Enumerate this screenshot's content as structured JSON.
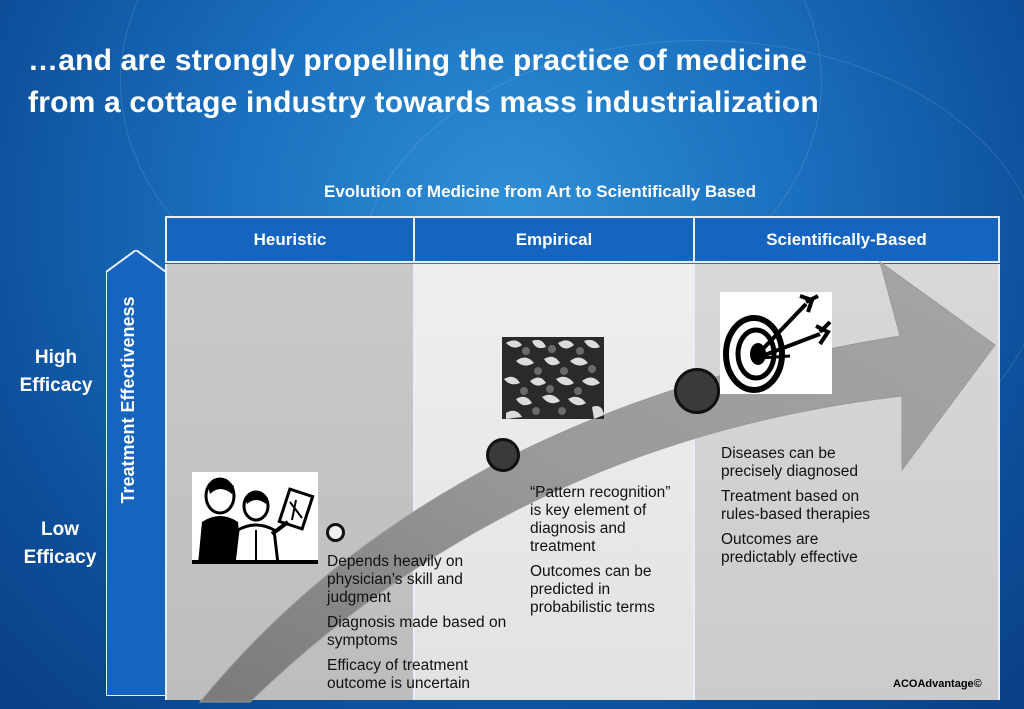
{
  "slide": {
    "title_line1": "…and are strongly propelling the practice of medicine",
    "title_line2": "from a cottage industry towards mass industrialization",
    "subtitle": "Evolution of Medicine from Art to Scientifically Based",
    "copyright": "ACOAdvantage©"
  },
  "axis": {
    "label": "Treatment Effectiveness",
    "high_line1": "High",
    "high_line2": "Efficacy",
    "low_line1": "Low",
    "low_line2": "Efficacy"
  },
  "columns": [
    {
      "header": "Heuristic",
      "bullets": [
        "Depends heavily on physician’s skill and judgment",
        "Diagnosis made based on symptoms",
        "Efficacy of treatment outcome is uncertain"
      ]
    },
    {
      "header": "Empirical",
      "bullets": [
        "“Pattern recognition” is key element of diagnosis and treatment",
        "Outcomes can be predicted in probabilistic terms"
      ]
    },
    {
      "header": "Scientifically-Based",
      "bullets": [
        "Diseases can be precisely diagnosed",
        "Treatment based on rules-based therapies",
        "Outcomes are predictably effective"
      ]
    }
  ],
  "icons": {
    "heuristic": "physicians-reviewing-xray-icon",
    "empirical": "pattern-mosaic-icon",
    "scientific": "target-with-arrows-icon"
  },
  "colors": {
    "header_blue": "#1565c0",
    "arrow_grey": "#8f8f8f"
  }
}
